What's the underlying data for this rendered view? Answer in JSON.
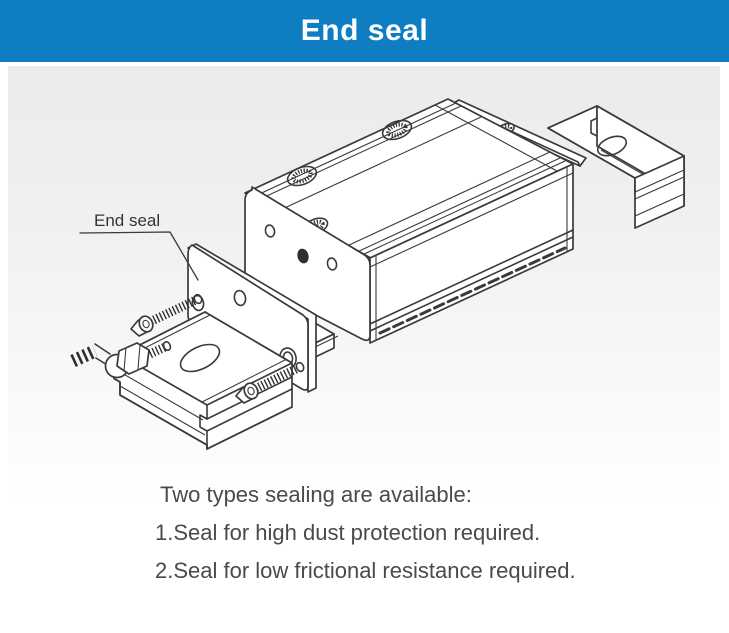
{
  "header": {
    "title": "End seal",
    "background_color": "#0e7dc2",
    "text_color": "#ffffff"
  },
  "diagram": {
    "label": "End seal",
    "line_color": "#3a3a3a",
    "panel_gradient_top": "#e9ebed",
    "panel_gradient_bottom": "#ffffff"
  },
  "notes": {
    "intro": "Two types sealing are available:",
    "items": [
      "1.Seal for high dust protection required.",
      "2.Seal for low frictional resistance required."
    ],
    "text_color": "#4a4a4a"
  }
}
